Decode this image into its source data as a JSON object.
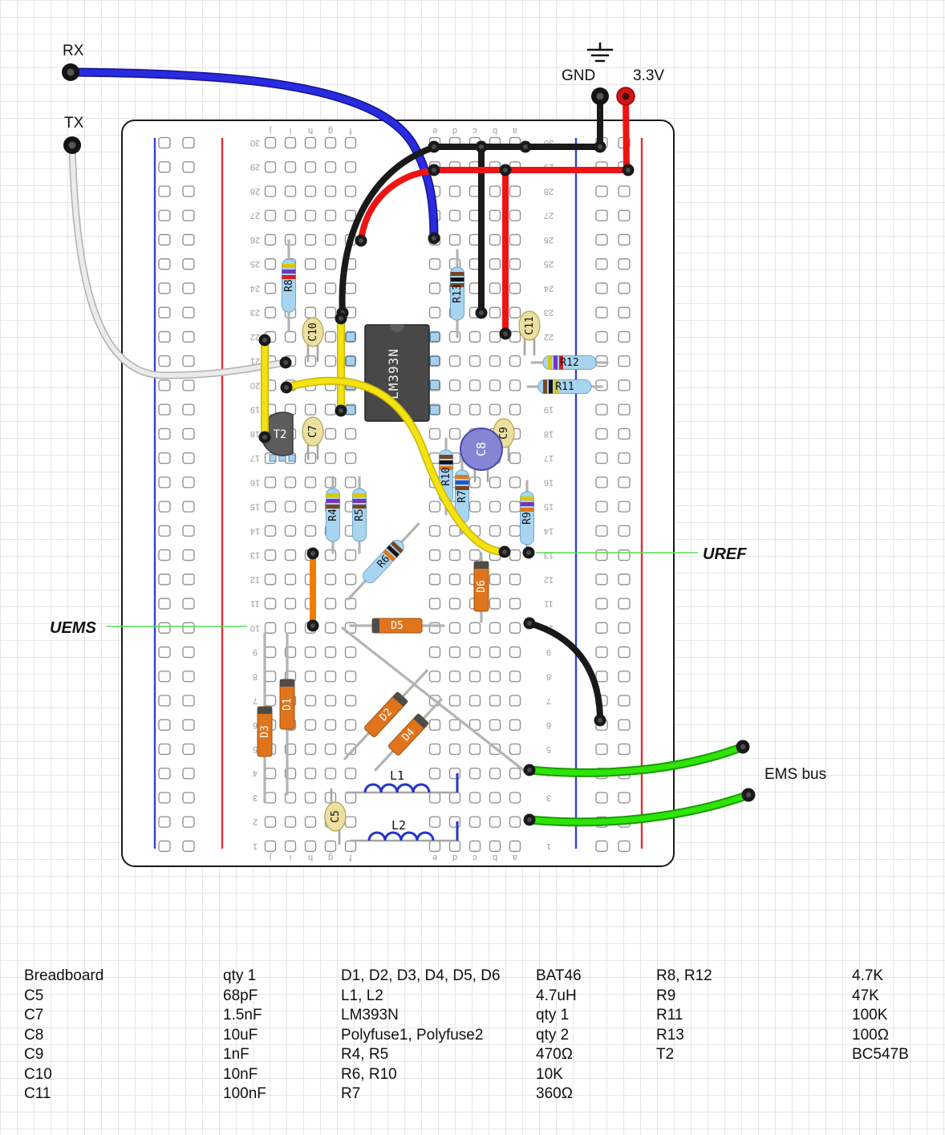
{
  "labels": {
    "rx": "RX",
    "tx": "TX",
    "gnd": "GND",
    "v33": "3.3V",
    "uems": "UEMS",
    "uref": "UREF",
    "ems_bus": "EMS bus"
  },
  "components": {
    "lm393n": "LM393N",
    "t2": "T2",
    "r4": "R4",
    "r5": "R5",
    "r6": "R6",
    "r7": "R7",
    "r8": "R8",
    "r9": "R9",
    "r10": "R10",
    "r11": "R11",
    "r12": "R12",
    "r13": "R13",
    "c5": "C5",
    "c7": "C7",
    "c8": "C8",
    "c9": "C9",
    "c10": "C10",
    "c11": "C11",
    "d1": "D1",
    "d2": "D2",
    "d3": "D3",
    "d4": "D4",
    "d5": "D5",
    "d6": "D6",
    "l1": "L1",
    "l2": "L2"
  },
  "breadboard": {
    "rows": 30,
    "letters_left": [
      "j",
      "i",
      "h",
      "g",
      "f"
    ],
    "letters_right": [
      "e",
      "d",
      "c",
      "b",
      "a"
    ]
  },
  "colors": {
    "wire_blue": "#2a2ae0",
    "wire_red": "#ef1313",
    "wire_black": "#191919",
    "wire_yellow": "#f4e311",
    "wire_green": "#2fe406",
    "wire_white": "#ebebeb",
    "wire_orange": "#f07d00",
    "annotation_green": "#55dd55",
    "rail_red": "#e03030",
    "rail_blue": "#3342d6",
    "resistor_body": "#a8d4f0",
    "capacitor_body": "#ece0a0",
    "electrolytic_body": "#8585d6",
    "diode_body": "#e0741c",
    "ic_body": "#484848"
  },
  "bom": {
    "group1": [
      {
        "name": "Breadboard",
        "value": "qty 1"
      },
      {
        "name": "C5",
        "value": "68pF"
      },
      {
        "name": "C7",
        "value": "1.5nF"
      },
      {
        "name": "C8",
        "value": "10uF"
      },
      {
        "name": "C9",
        "value": "1nF"
      },
      {
        "name": "C10",
        "value": "10nF"
      },
      {
        "name": "C11",
        "value": "100nF"
      }
    ],
    "group2": [
      {
        "name": "D1, D2, D3, D4, D5, D6",
        "value": "BAT46"
      },
      {
        "name": "L1, L2",
        "value": "4.7uH"
      },
      {
        "name": "LM393N",
        "value": "qty 1"
      },
      {
        "name": "Polyfuse1, Polyfuse2",
        "value": "qty 2"
      },
      {
        "name": "R4, R5",
        "value": "470Ω"
      },
      {
        "name": "R6, R10",
        "value": "10K"
      },
      {
        "name": "R7",
        "value": "360Ω"
      }
    ],
    "group3": [
      {
        "name": "R8, R12",
        "value": "4.7K"
      },
      {
        "name": "R9",
        "value": "47K"
      },
      {
        "name": "R11",
        "value": "100K"
      },
      {
        "name": "R13",
        "value": "100Ω"
      },
      {
        "name": "T2",
        "value": "BC547B"
      }
    ]
  }
}
